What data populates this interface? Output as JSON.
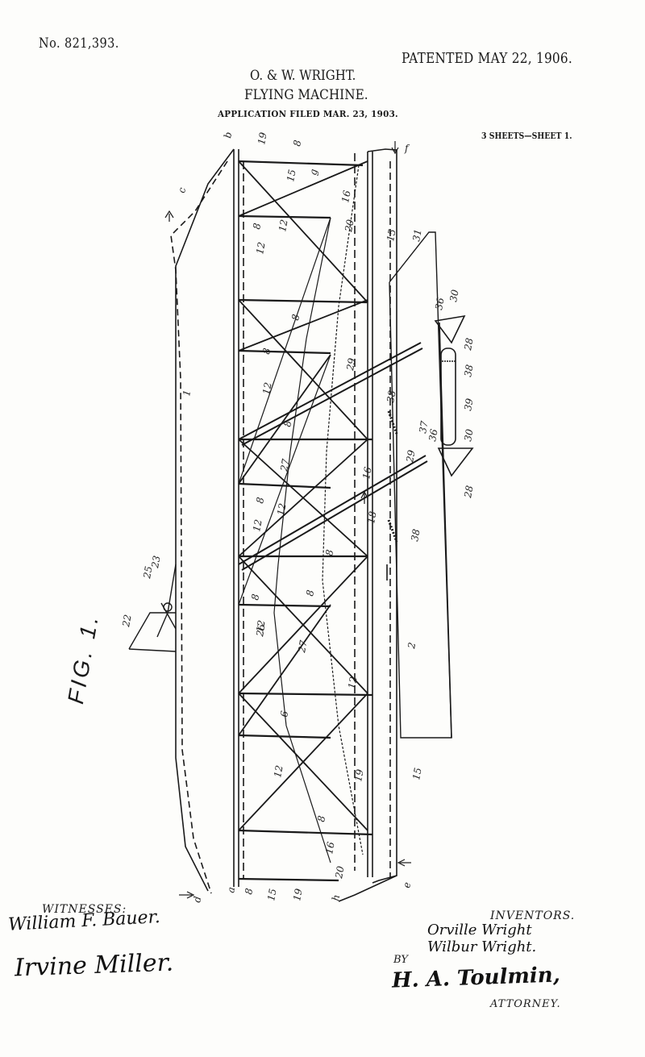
{
  "header": {
    "patent_number": "No. 821,393.",
    "patented_date": "PATENTED MAY 22, 1906.",
    "inventors": "O. & W. WRIGHT.",
    "title": "FLYING MACHINE.",
    "application_filed": "APPLICATION FILED MAR. 23, 1903.",
    "sheet_info": "3 SHEETS—SHEET 1."
  },
  "figure": {
    "label": "FIG. 1.",
    "reference_labels": {
      "wing_upper": "1",
      "wing_lower": "2",
      "strut": "8",
      "brace": "12",
      "cable_15": "15",
      "fitting_16": "16",
      "cable_18": "18",
      "cable_19": "19",
      "pulley_20": "20",
      "rudder": "22",
      "rudder_arm": "23",
      "pivot": "25",
      "bracket_26": "26",
      "cable_27": "27",
      "elevator_mount": "28",
      "outrigger": "29",
      "bracket_30": "30",
      "elevator": "31",
      "fitting_36": "36",
      "fitting_37": "37",
      "hinge_38": "38",
      "roller": "39",
      "point_a": "a",
      "point_b": "b",
      "point_c": "c",
      "point_d": "d",
      "point_e": "e",
      "point_f": "f",
      "point_g": "g",
      "point_h": "h"
    }
  },
  "signatures": {
    "witnesses_label": "WITNESSES:",
    "witness_1": "William F. Bauer.",
    "witness_2": "Irvine Miller.",
    "inventors_label": "INVENTORS.",
    "inventor_1": "Orville Wright",
    "inventor_2": "Wilbur Wright.",
    "by_label": "BY",
    "attorney_signature": "H. A. Toulmin,",
    "attorney_label": "ATTORNEY."
  },
  "colors": {
    "paper": "#fdfdfb",
    "ink": "#1a1a1a"
  }
}
